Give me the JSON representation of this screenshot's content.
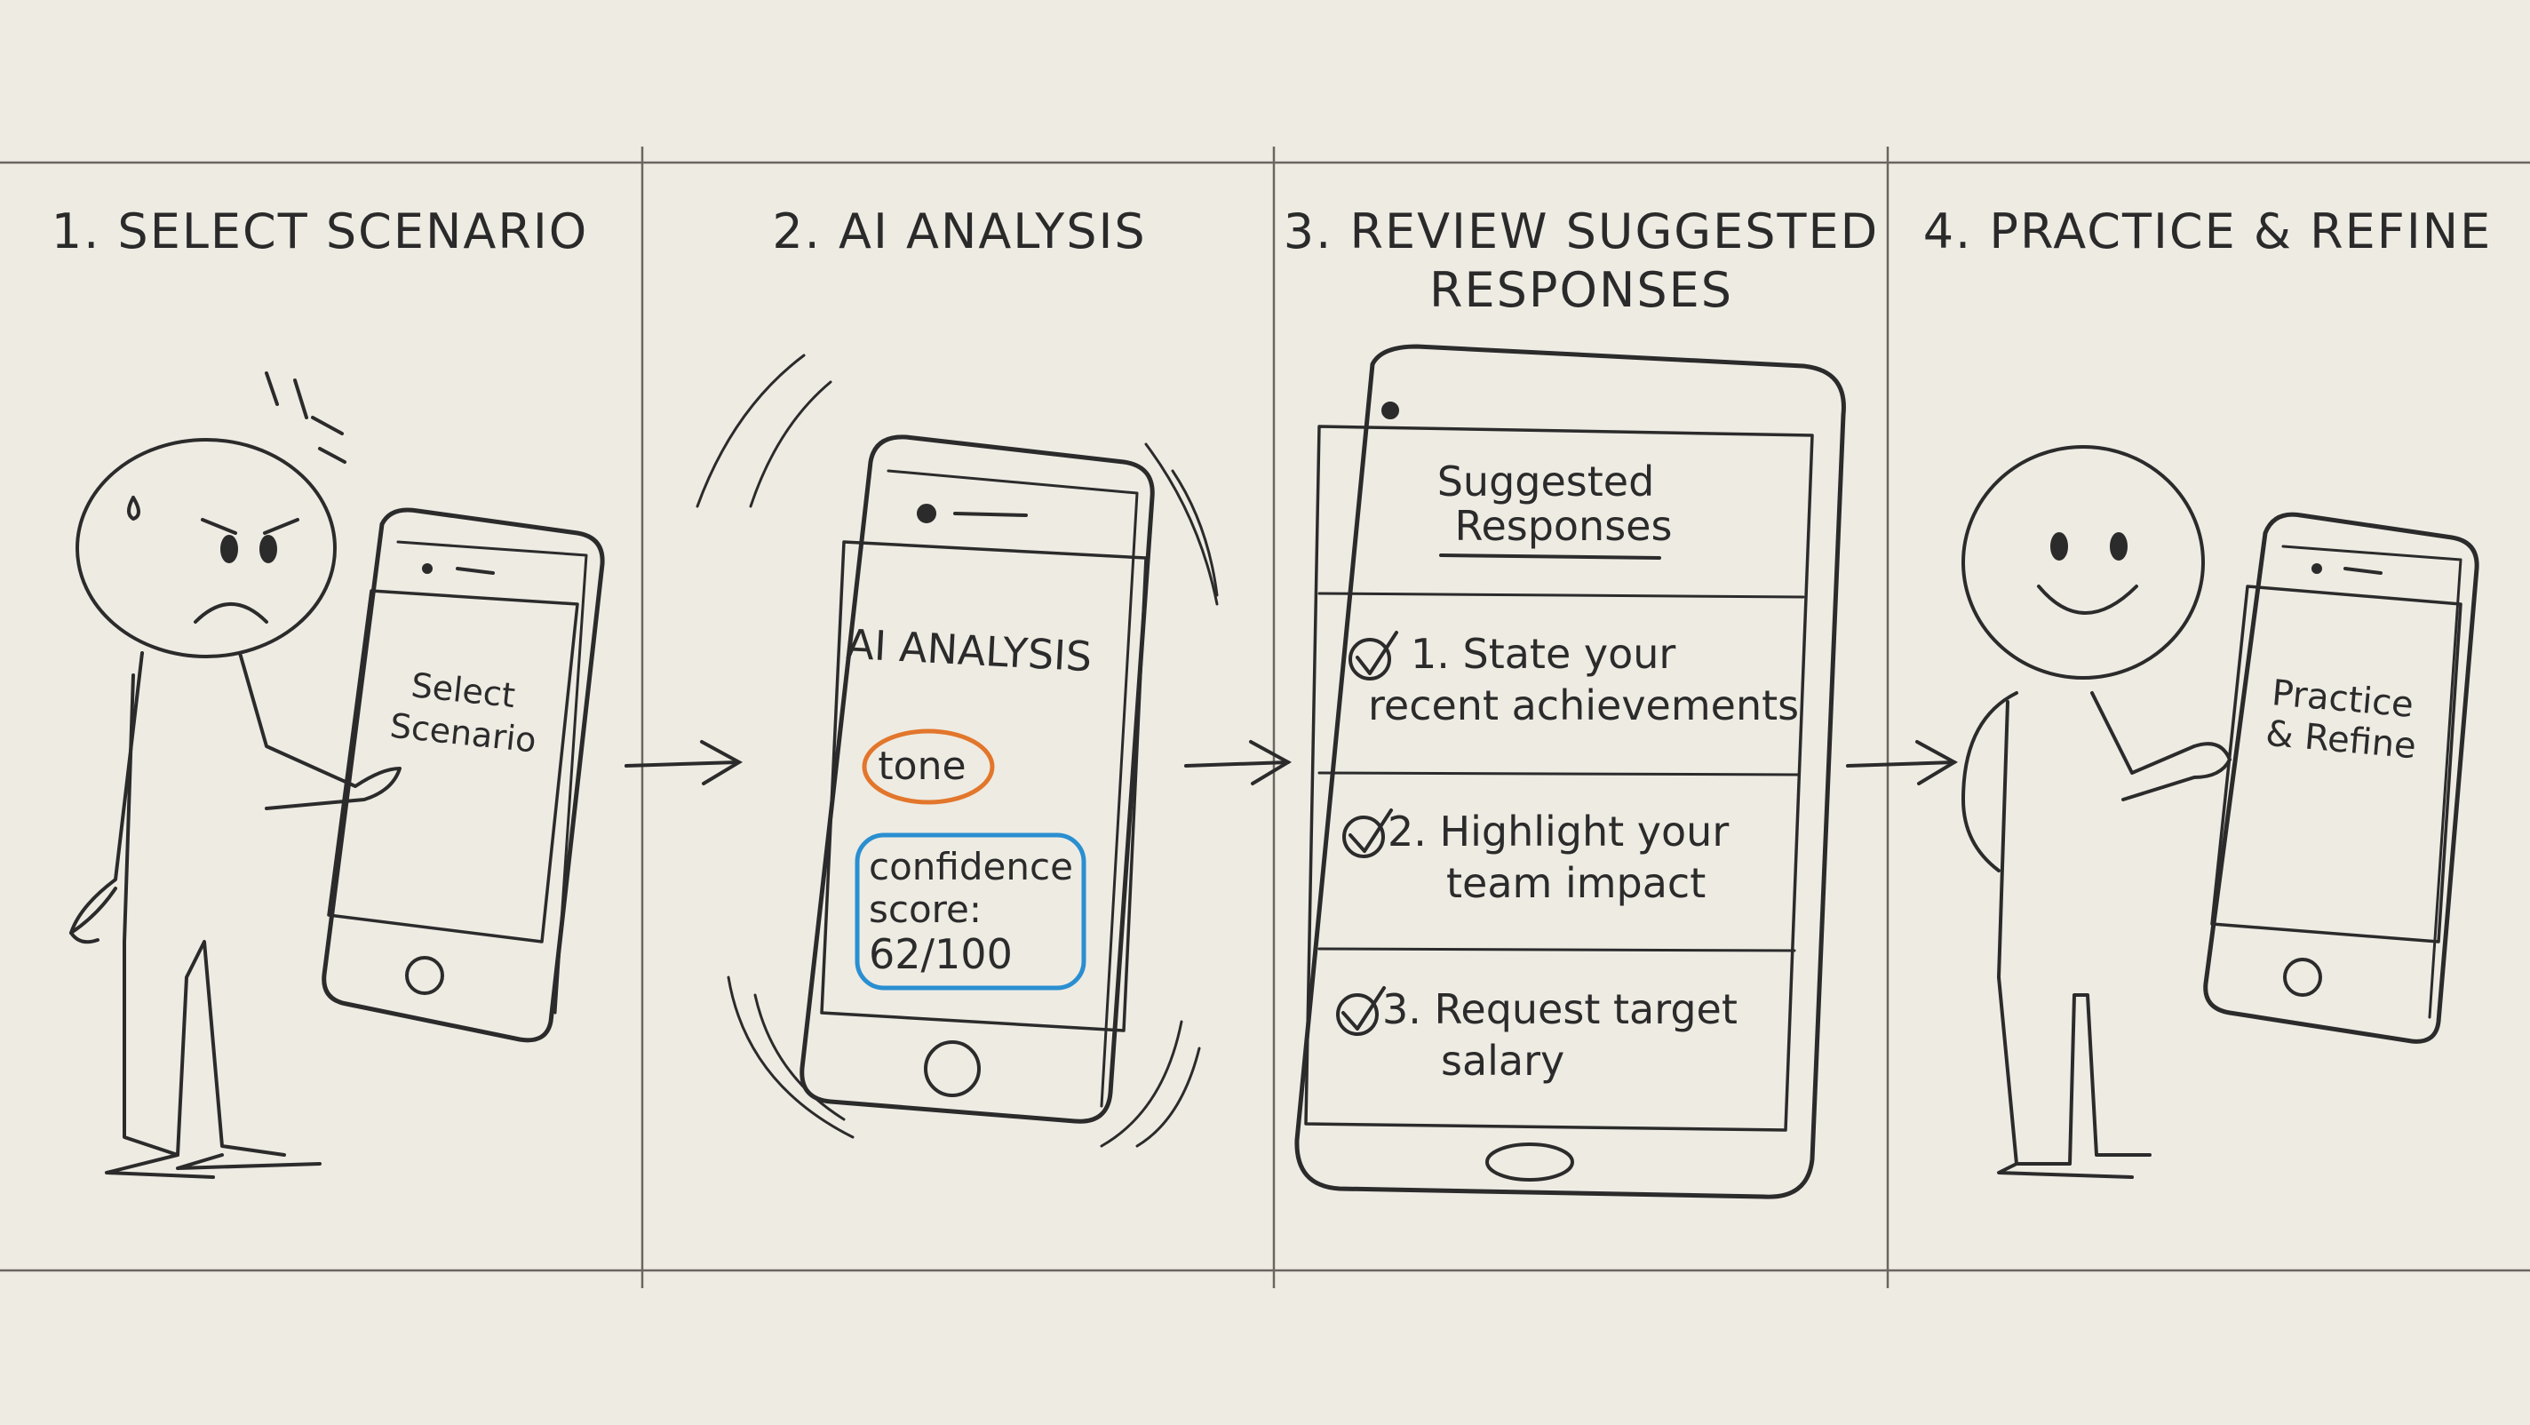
{
  "panels": [
    {
      "title": "1. SELECT SCENARIO",
      "screen_label": "Select\nScenario"
    },
    {
      "title": "2. AI ANALYSIS",
      "screen_header": "AI ANALYSIS",
      "tag_tone": "tone",
      "tag_confidence_l1": "confidence",
      "tag_confidence_l2": "score:",
      "tag_confidence_l3": "62/100"
    },
    {
      "title_l1": "3. REVIEW SUGGESTED",
      "title_l2": "RESPONSES",
      "screen_header_l1": "Suggested",
      "screen_header_l2": "Responses",
      "items": [
        {
          "l1": "1.  State your",
          "l2": "recent achievements"
        },
        {
          "l1": "2.  Highlight your",
          "l2": "team impact"
        },
        {
          "l1": "3.  Request target",
          "l2": "salary"
        }
      ]
    },
    {
      "title": "4. PRACTICE & REFINE",
      "screen_label": "Practice\n& Refine"
    }
  ],
  "colors": {
    "paper": "#eeebe3",
    "ink": "#2b2b2b",
    "tone_circle": "#e2762b",
    "confidence_box": "#2a8fd1"
  },
  "icons": [
    "arrow-right-icon",
    "checkmark-icon",
    "stress-lines-icon",
    "sweat-drop-icon",
    "vibration-lines-icon",
    "home-button-icon"
  ]
}
